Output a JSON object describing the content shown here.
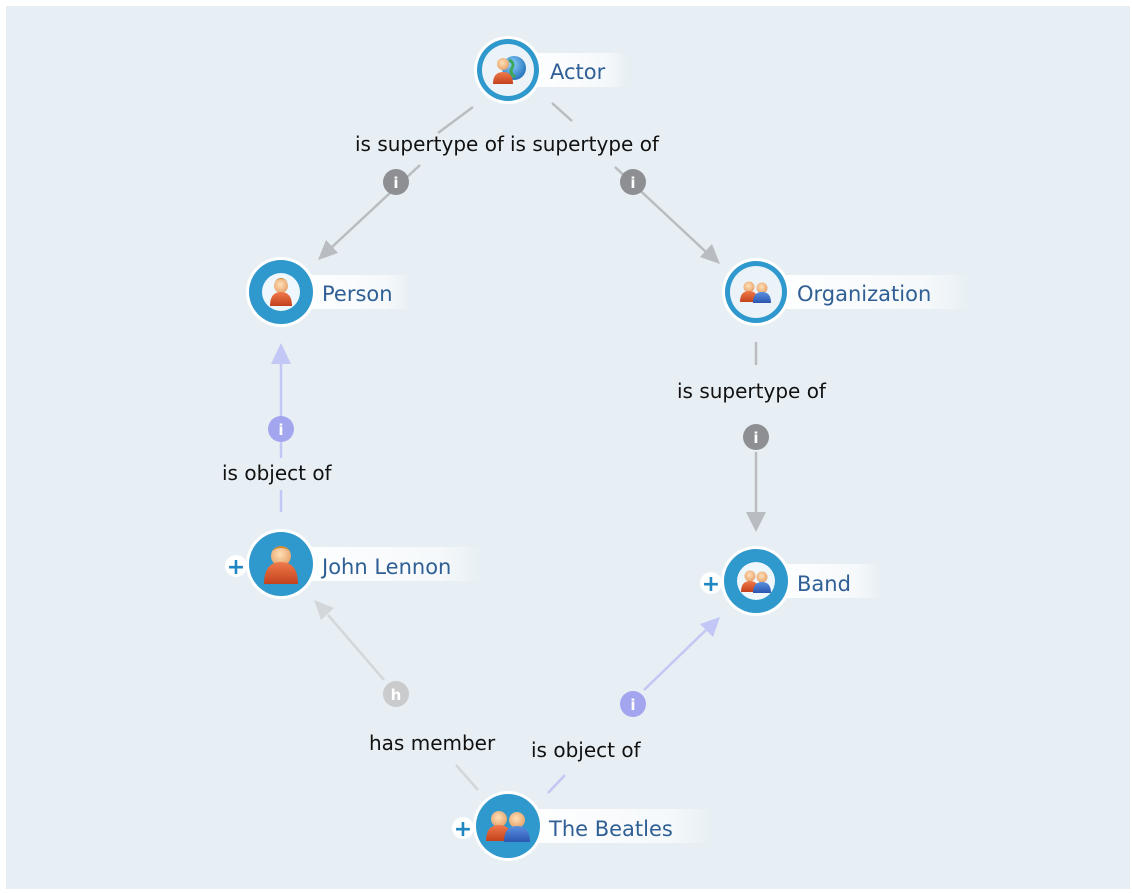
{
  "nodes": [
    {
      "id": "actor",
      "label": "Actor",
      "style": "outlined",
      "icon": "actor-icon",
      "expandable": false
    },
    {
      "id": "person",
      "label": "Person",
      "style": "filled",
      "icon": "person-icon",
      "expandable": false
    },
    {
      "id": "organization",
      "label": "Organization",
      "style": "outlined",
      "icon": "group-icon",
      "expandable": false
    },
    {
      "id": "john",
      "label": "John Lennon",
      "style": "filled",
      "icon": "person-icon",
      "expandable": true
    },
    {
      "id": "band",
      "label": "Band",
      "style": "filled",
      "icon": "group-icon",
      "expandable": true
    },
    {
      "id": "beatles",
      "label": "The Beatles",
      "style": "filled",
      "icon": "group-icon",
      "expandable": true
    }
  ],
  "edges": [
    {
      "id": "actor-person",
      "from": "actor",
      "to": "person",
      "label": "is supertype of",
      "marker": "i",
      "color": "#b9bcc0"
    },
    {
      "id": "actor-org",
      "from": "actor",
      "to": "organization",
      "label": "is supertype of",
      "marker": "i",
      "color": "#b9bcc0"
    },
    {
      "id": "org-band",
      "from": "organization",
      "to": "band",
      "label": "is supertype of",
      "marker": "i",
      "color": "#b9bcc0"
    },
    {
      "id": "john-person",
      "from": "john",
      "to": "person",
      "label": "is object of",
      "marker": "i",
      "color": "#c3c7f5"
    },
    {
      "id": "beatles-john",
      "from": "beatles",
      "to": "john",
      "label": "has member",
      "marker": "h",
      "color": "#d4d7da"
    },
    {
      "id": "beatles-band",
      "from": "beatles",
      "to": "band",
      "label": "is object of",
      "marker": "i",
      "color": "#c3c7f5"
    }
  ],
  "colors": {
    "background": "#e7eff4",
    "node_fill": "#2f98cc",
    "node_ring": "#ffffff",
    "label_text": "#2f5f95",
    "edge_gray": "#b9bcc0",
    "edge_blue": "#c3c7f5",
    "marker_gray": "#8d8f92",
    "marker_blue": "#a3a6ee",
    "marker_light": "#c9cbcd",
    "plus": "#1e86c2"
  }
}
